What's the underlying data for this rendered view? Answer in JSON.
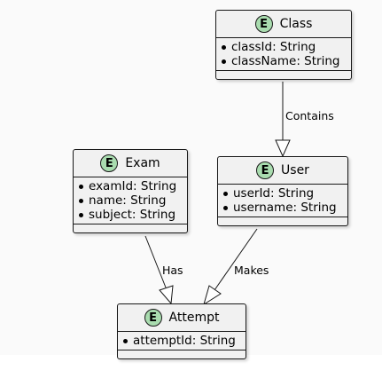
{
  "entities": {
    "class": {
      "badge": "E",
      "name": "Class",
      "attributes": [
        "classId: String",
        "className: String"
      ]
    },
    "exam": {
      "badge": "E",
      "name": "Exam",
      "attributes": [
        "examId: String",
        "name: String",
        "subject: String"
      ]
    },
    "user": {
      "badge": "E",
      "name": "User",
      "attributes": [
        "userId: String",
        "username: String"
      ]
    },
    "attempt": {
      "badge": "E",
      "name": "Attempt",
      "attributes": [
        "attemptId: String"
      ]
    }
  },
  "relations": {
    "contains": {
      "label": "Contains",
      "from": "Class",
      "to": "User"
    },
    "has": {
      "label": "Has",
      "from": "Exam",
      "to": "Attempt"
    },
    "makes": {
      "label": "Makes",
      "from": "User",
      "to": "Attempt"
    }
  },
  "colors": {
    "entity_fill": "#f1f1f1",
    "border": "#181818",
    "badge_fill": "#a9dcaf",
    "background": "#fafafa"
  }
}
